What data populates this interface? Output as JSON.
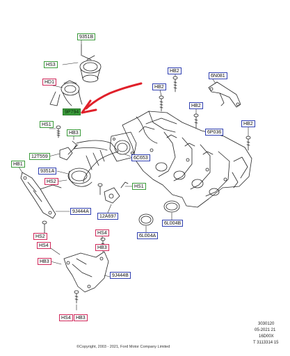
{
  "labels": {
    "l_9351B": "9351B",
    "l_HS3": "HS3",
    "l_HD1": "HD1",
    "l_9P794": "9P794",
    "l_HS1a": "HS1",
    "l_HB3a": "HB3",
    "l_12T559": "12T559",
    "l_HB1": "HB1",
    "l_9351A": "9351A",
    "l_HS2a": "HS2",
    "l_9J444A": "9J444A",
    "l_6C653": "6C653",
    "l_HS1b": "HS1",
    "l_12A697": "12A697",
    "l_HB2a": "HB2",
    "l_6N081": "6N081",
    "l_HB2b": "HB2",
    "l_HB2c": "HB2",
    "l_6P036": "6P036",
    "l_HB2d": "HB2",
    "l_6L004B": "6L004B",
    "l_6L004A": "6L004A",
    "l_HS2b": "HS2",
    "l_HS4a": "HS4",
    "l_HB3b": "HB3",
    "l_HS4b": "HS4",
    "l_HB3c": "HB3",
    "l_9J444B": "9J444B",
    "l_HS4c": "HS4",
    "l_HB3d": "HB3"
  },
  "meta": {
    "line1": "3030120",
    "line2": "05-2021 21",
    "line3": "16D00X",
    "line4": "T 3113314 15"
  },
  "copyright": "©Copyright, 2003 - 2021, Ford Motor Company Limited",
  "colors": {
    "green_frame": "#3a9a3a",
    "blue_frame": "#2f3fb0",
    "red_frame": "#d0285a",
    "arrow": "#e0202a"
  }
}
